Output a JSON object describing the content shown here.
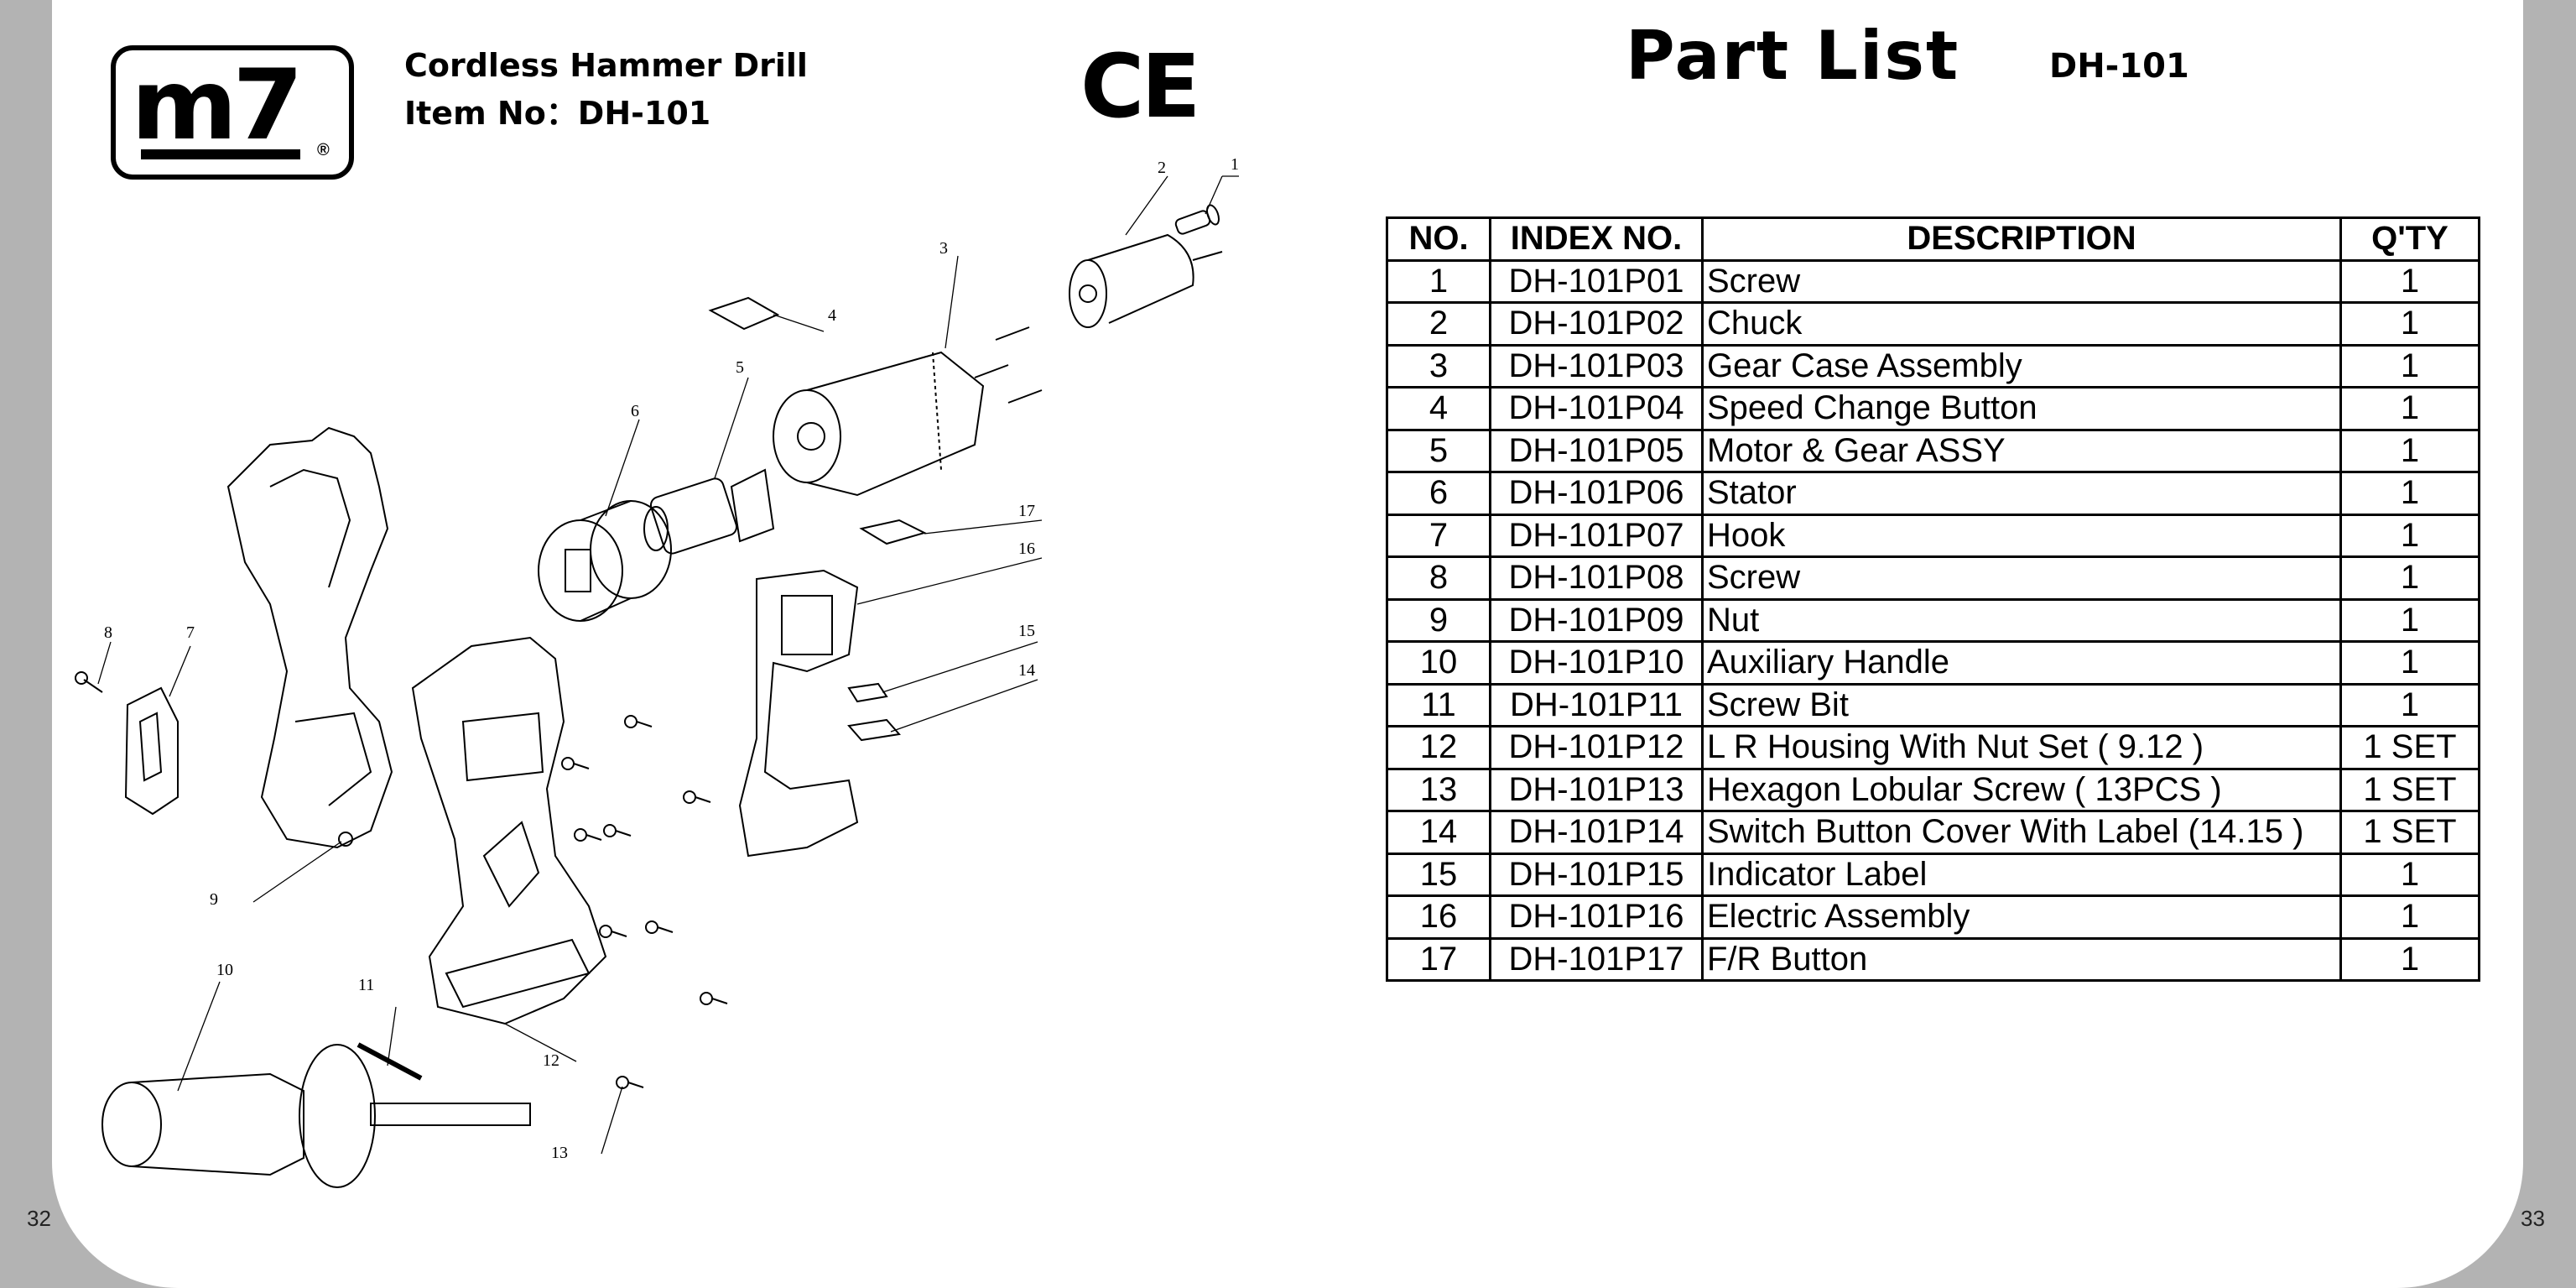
{
  "left_page": {
    "page_number": "32",
    "brand_logo": "m7",
    "product_name": "Cordless Hammer Drill",
    "item_line": "Item No：DH-101",
    "ce_mark": "CE",
    "callouts": [
      "1",
      "2",
      "3",
      "4",
      "5",
      "6",
      "7",
      "8",
      "9",
      "10",
      "11",
      "12",
      "13",
      "14",
      "15",
      "16",
      "17"
    ]
  },
  "right_page": {
    "page_number": "33",
    "title": "Part  List",
    "model": "DH-101",
    "table": {
      "headers": [
        "NO.",
        "INDEX NO.",
        "DESCRIPTION",
        "Q'TY"
      ],
      "rows": [
        {
          "no": "1",
          "index": "DH-101P01",
          "desc": "Screw",
          "qty": "1"
        },
        {
          "no": "2",
          "index": "DH-101P02",
          "desc": "Chuck",
          "qty": "1"
        },
        {
          "no": "3",
          "index": "DH-101P03",
          "desc": "Gear Case Assembly",
          "qty": "1"
        },
        {
          "no": "4",
          "index": "DH-101P04",
          "desc": "Speed Change Button",
          "qty": "1"
        },
        {
          "no": "5",
          "index": "DH-101P05",
          "desc": "Motor & Gear ASSY",
          "qty": "1"
        },
        {
          "no": "6",
          "index": "DH-101P06",
          "desc": "Stator",
          "qty": "1"
        },
        {
          "no": "7",
          "index": "DH-101P07",
          "desc": "Hook",
          "qty": "1"
        },
        {
          "no": "8",
          "index": "DH-101P08",
          "desc": "Screw",
          "qty": "1"
        },
        {
          "no": "9",
          "index": "DH-101P09",
          "desc": "Nut",
          "qty": "1"
        },
        {
          "no": "10",
          "index": "DH-101P10",
          "desc": "Auxiliary Handle",
          "qty": "1"
        },
        {
          "no": "11",
          "index": "DH-101P11",
          "desc": "Screw Bit",
          "qty": "1"
        },
        {
          "no": "12",
          "index": "DH-101P12",
          "desc": "L R Housing With Nut Set ( 9.12 )",
          "qty": "1 SET"
        },
        {
          "no": "13",
          "index": "DH-101P13",
          "desc": "Hexagon Lobular Screw ( 13PCS )",
          "qty": "1 SET"
        },
        {
          "no": "14",
          "index": "DH-101P14",
          "desc": "Switch Button Cover With Label (14.15 )",
          "qty": "1 SET"
        },
        {
          "no": "15",
          "index": "DH-101P15",
          "desc": "Indicator Label",
          "qty": "1"
        },
        {
          "no": "16",
          "index": "DH-101P16",
          "desc": "Electric Assembly",
          "qty": "1"
        },
        {
          "no": "17",
          "index": "DH-101P17",
          "desc": "F/R Button",
          "qty": "1"
        }
      ]
    }
  }
}
